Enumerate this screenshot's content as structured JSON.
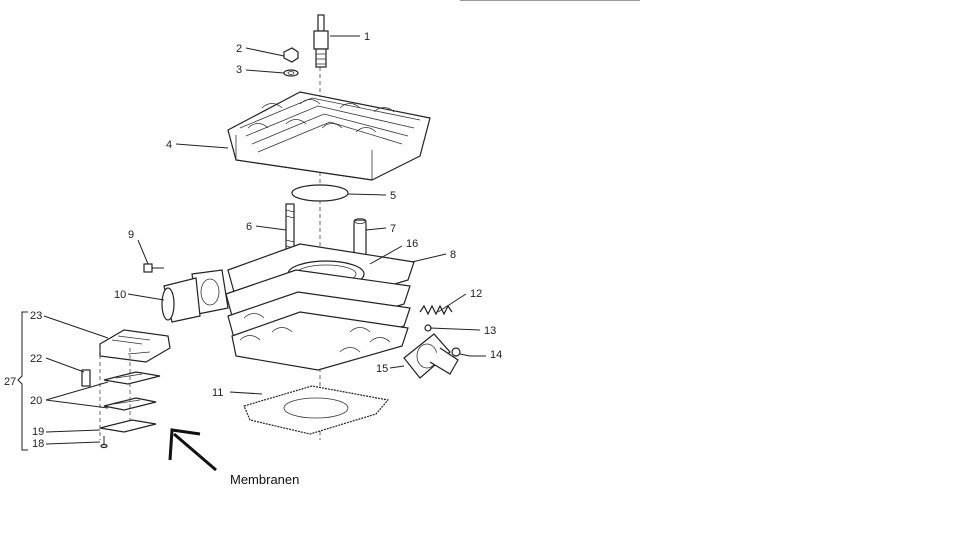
{
  "callouts": {
    "c1": "1",
    "c2": "2",
    "c3": "3",
    "c4": "4",
    "c5": "5",
    "c6": "6",
    "c7": "7",
    "c8": "8",
    "c9": "9",
    "c10": "10",
    "c11": "11",
    "c12": "12",
    "c13": "13",
    "c14": "14",
    "c15": "15",
    "c16": "16",
    "c18": "18",
    "c19": "19",
    "c20": "20",
    "c22": "22",
    "c23": "23",
    "c27": "27"
  },
  "annotation": {
    "label": "Membranen"
  }
}
